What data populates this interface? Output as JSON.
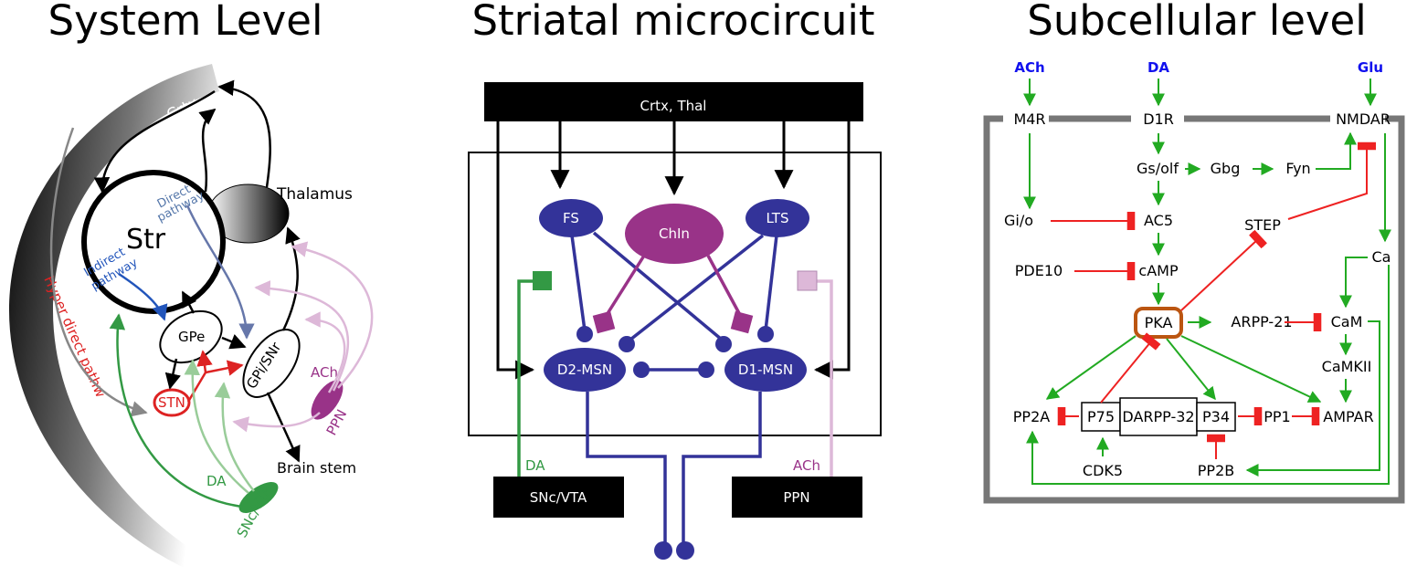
{
  "panels": [
    {
      "title": "System Level"
    },
    {
      "title": "Striatal microcircuit"
    },
    {
      "title": "Subcellular level"
    }
  ],
  "system": {
    "crtx": "Crtx",
    "thalamus": "Thalamus",
    "str": "Str",
    "direct_1": "Direct",
    "direct_2": "pathway",
    "indirect_1": "Indirect",
    "indirect_2": "pathway",
    "hyperdirect": "Hyper direct pathw",
    "gpe": "GPe",
    "gpi": "GPi/SNr",
    "stn": "STN",
    "ach": "ACh",
    "ppn": "PPN",
    "da": "DA",
    "snc": "SNc/VTA",
    "brainstem": "Brain stem"
  },
  "micro": {
    "crtx_thal": "Crtx, Thal",
    "fs": "FS",
    "chin": "ChIn",
    "lts": "LTS",
    "d2": "D2-MSN",
    "d1": "D1-MSN",
    "da": "DA",
    "ach": "ACh",
    "snc": "SNc/VTA",
    "ppn": "PPN"
  },
  "sub": {
    "ach": "ACh",
    "da": "DA",
    "glu": "Glu",
    "m4r": "M4R",
    "d1r": "D1R",
    "nmdar": "NMDAR",
    "gs": "Gs/olf",
    "gbg": "Gbg",
    "fyn": "Fyn",
    "gio": "Gi/o",
    "ac5": "AC5",
    "step": "STEP",
    "pde10": "PDE10",
    "camp": "cAMP",
    "ca": "Ca",
    "pka": "PKA",
    "arpp": "ARPP-21",
    "cam": "CaM",
    "camkii": "CaMKII",
    "pp2a": "PP2A",
    "p75": "P75",
    "darpp": "DARPP-32",
    "p34": "P34",
    "pp1": "PP1",
    "ampar": "AMPAR",
    "cdk5": "CDK5",
    "pp2b": "PP2B"
  },
  "colors": {
    "activation": "#22aa22",
    "inhibition": "#ee2222",
    "neuron": "#333399",
    "chin": "#993388",
    "dopamine": "#339944",
    "acetylcholine": "#ddb8d8",
    "pka_border": "#bb5511",
    "neuromodulator_text": "#1111ee"
  }
}
